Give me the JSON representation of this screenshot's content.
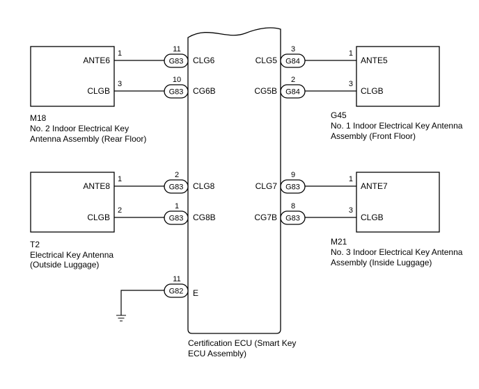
{
  "ecu": {
    "caption_line1": "Certification ECU (Smart Key",
    "caption_line2": "ECU Assembly)"
  },
  "components": [
    {
      "id": "M18",
      "code": "M18",
      "name_line1": "No. 2 Indoor Electrical Key",
      "name_line2": "Antenna Assembly (Rear Floor)"
    },
    {
      "id": "T2",
      "code": "T2",
      "name_line1": "Electrical Key Antenna",
      "name_line2": "(Outside Luggage)"
    },
    {
      "id": "G45",
      "code": "G45",
      "name_line1": "No. 1 Indoor Electrical Key Antenna",
      "name_line2": "Assembly (Front Floor)"
    },
    {
      "id": "M21",
      "code": "M21",
      "name_line1": "No. 3 Indoor Electrical Key Antenna",
      "name_line2": "Assembly (Inside Luggage)"
    }
  ],
  "wires": [
    {
      "component": "M18",
      "comp_terminal": "ANTE6",
      "comp_pin": "1",
      "connector": "G83",
      "ecu_pin": "11",
      "ecu_terminal": "CLG6"
    },
    {
      "component": "M18",
      "comp_terminal": "CLGB",
      "comp_pin": "3",
      "connector": "G83",
      "ecu_pin": "10",
      "ecu_terminal": "CG6B"
    },
    {
      "component": "T2",
      "comp_terminal": "ANTE8",
      "comp_pin": "1",
      "connector": "G83",
      "ecu_pin": "2",
      "ecu_terminal": "CLG8"
    },
    {
      "component": "T2",
      "comp_terminal": "CLGB",
      "comp_pin": "2",
      "connector": "G83",
      "ecu_pin": "1",
      "ecu_terminal": "CG8B"
    },
    {
      "component": "G45",
      "comp_terminal": "ANTE5",
      "comp_pin": "1",
      "connector": "G84",
      "ecu_pin": "3",
      "ecu_terminal": "CLG5"
    },
    {
      "component": "G45",
      "comp_terminal": "CLGB",
      "comp_pin": "3",
      "connector": "G84",
      "ecu_pin": "2",
      "ecu_terminal": "CG5B"
    },
    {
      "component": "M21",
      "comp_terminal": "ANTE7",
      "comp_pin": "1",
      "connector": "G83",
      "ecu_pin": "9",
      "ecu_terminal": "CLG7"
    },
    {
      "component": "M21",
      "comp_terminal": "CLGB",
      "comp_pin": "3",
      "connector": "G83",
      "ecu_pin": "8",
      "ecu_terminal": "CG7B"
    }
  ],
  "ground": {
    "connector": "G82",
    "ecu_pin": "11",
    "ecu_terminal": "E",
    "icon": "ground-icon"
  }
}
